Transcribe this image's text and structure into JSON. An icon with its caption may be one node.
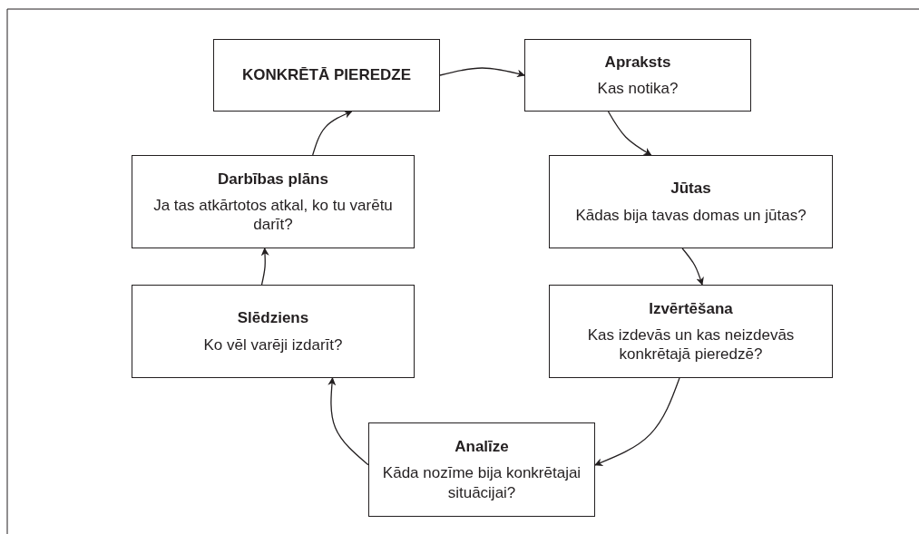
{
  "diagram": {
    "nodes": [
      {
        "text": [
          "KONKRĒTĀ PIEREDZE"
        ]
      },
      {
        "text": [
          "Apraksts",
          "Kas notika?"
        ]
      },
      {
        "text": [
          "Jūtas",
          "Kādas bija tavas domas un jūtas?"
        ]
      },
      {
        "text": [
          "Izvērtēšana",
          "Kas izdevās un kas neizdevās konkrētajā pieredzē?"
        ]
      },
      {
        "text": [
          "Analīze",
          "Kāda nozīme bija konkrētajai situācijai?"
        ]
      },
      {
        "text": [
          "Slēdziens",
          "Ko vēl varēji izdarīt?"
        ]
      },
      {
        "text": [
          "Darbības plāns",
          "Ja tas atkārtotos atkal, ko tu varētu darīt?"
        ]
      }
    ],
    "edges": [
      {
        "from": 0,
        "to": 1,
        "arrow": "to"
      },
      {
        "from": 1,
        "to": 2,
        "arrow": "to"
      },
      {
        "from": 2,
        "to": 3,
        "arrow": "to"
      },
      {
        "from": 3,
        "to": 4,
        "arrow": "to"
      },
      {
        "from": 4,
        "to": 5,
        "arrow": "to"
      },
      {
        "from": 5,
        "to": 6,
        "arrow": "to"
      },
      {
        "from": 6,
        "to": 0,
        "arrow": "to"
      }
    ]
  }
}
